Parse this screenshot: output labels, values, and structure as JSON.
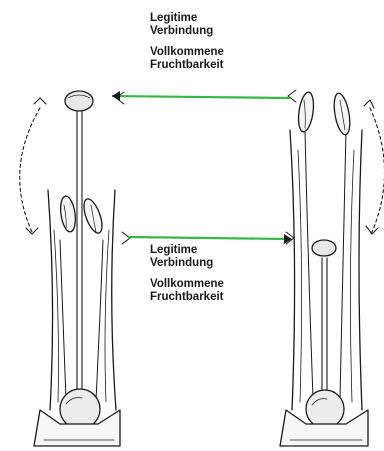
{
  "connections": [
    {
      "id": "upper",
      "line1": "Legitime",
      "line2": "Verbindung",
      "line3": "Vollkommene",
      "line4": "Fruchtbarkeit"
    },
    {
      "id": "lower",
      "line1": "Legitime",
      "line2": "Verbindung",
      "line3": "Vollkommene",
      "line4": "Fruchtbarkeit"
    }
  ],
  "colors": {
    "connection_line": "#3bb54a",
    "ink": "#1a1a1a",
    "background": "#ffffff"
  }
}
